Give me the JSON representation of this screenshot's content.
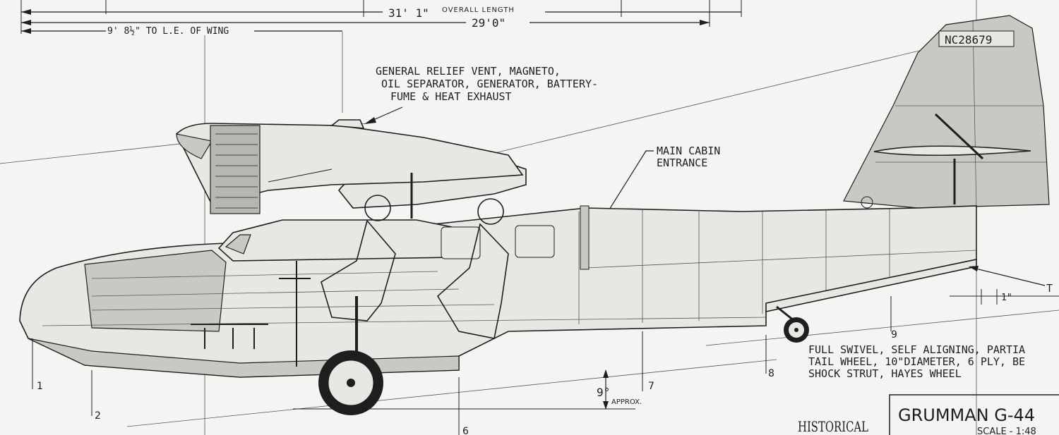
{
  "dimensions": {
    "overall_length": "31' 1\"",
    "overall_length_label": "OVERALL LENGTH",
    "hull_length": "29'0\"",
    "to_le_of_wing": "9' 8½\" TO L.E. OF WING"
  },
  "callouts": {
    "relief_vent": [
      "GENERAL RELIEF VENT, MAGNETO,",
      "OIL SEPARATOR, GENERATOR, BATTERY-",
      "FUME & HEAT EXHAUST"
    ],
    "cabin_entrance": [
      "MAIN CABIN",
      "ENTRANCE"
    ],
    "tail_wheel": [
      "FULL SWIVEL, SELF ALIGNING, PARTIA",
      "TAIL WHEEL, 10\"DIAMETER, 6 PLY, BE",
      "SHOCK STRUT, HAYES WHEEL"
    ],
    "tail_partial": "T",
    "angle": "9°",
    "approx": "APPROX.",
    "one_inch": "1\""
  },
  "registration": "NC28679",
  "stations": [
    "1",
    "2",
    "6",
    "7",
    "8",
    "9"
  ],
  "title_block": {
    "logo": "HISTORICAL",
    "name": "GRUMMAN G-44",
    "scale": "SCALE - 1:48"
  },
  "colors": {
    "ink": "#1e1e1e",
    "paper": "#f4f4f2",
    "shade": "#c9c9c4"
  }
}
